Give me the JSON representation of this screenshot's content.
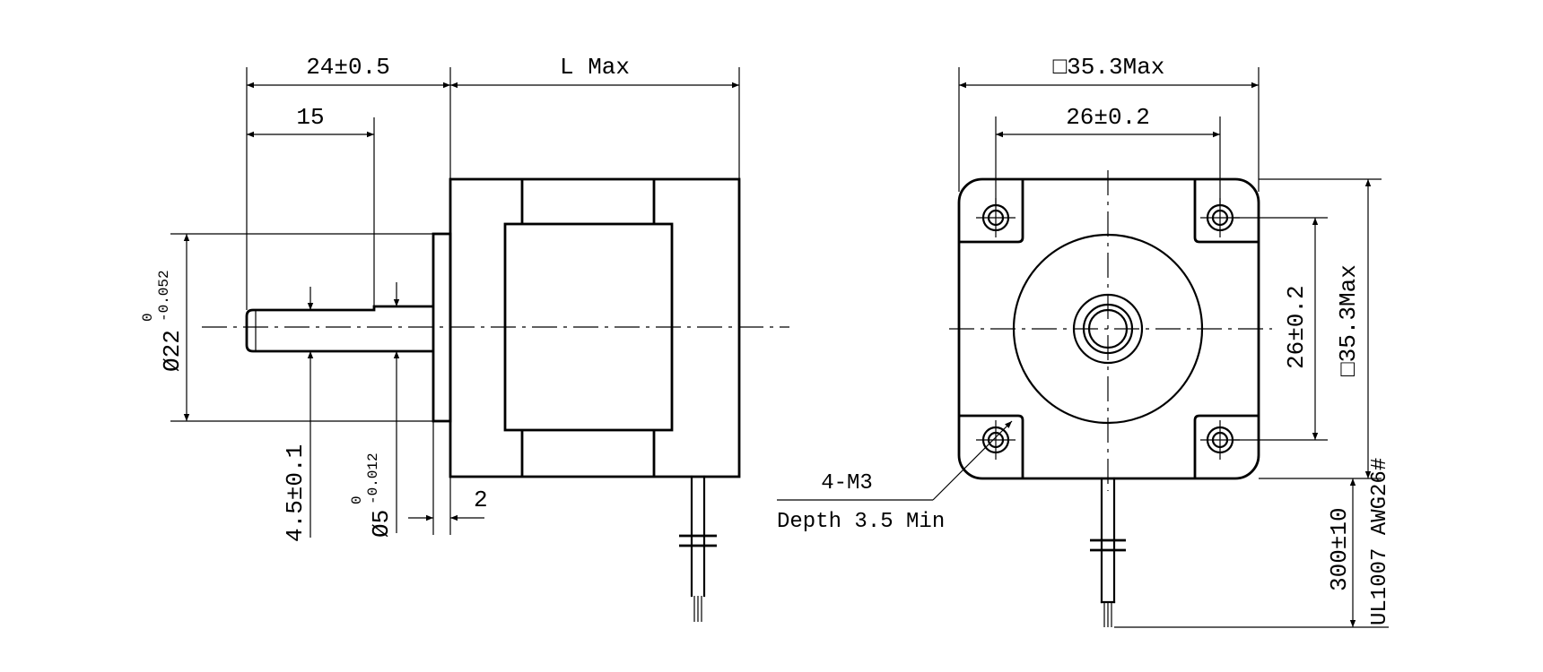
{
  "side_view": {
    "dim_shaft_length": "24±0.5",
    "dim_flat_length": "15",
    "dim_body_length": "L Max",
    "dim_pilot_dia_base": "Ø22",
    "dim_pilot_dia_upper": "0",
    "dim_pilot_dia_lower": "-0.052",
    "dim_flat_depth": "4.5±0.1",
    "dim_shaft_dia_base": "Ø5",
    "dim_shaft_dia_upper": "0",
    "dim_shaft_dia_lower": "-0.012",
    "dim_pilot_height": "2"
  },
  "front_view": {
    "dim_frame_width": "□35.3Max",
    "dim_hole_spacing_h": "26±0.2",
    "dim_hole_spacing_v": "26±0.2",
    "dim_frame_height": "□35.3Max",
    "note_thread": "4-M3",
    "note_depth": "Depth 3.5 Min",
    "dim_lead_length": "300±10",
    "note_wire": "UL1007 AWG26#"
  }
}
